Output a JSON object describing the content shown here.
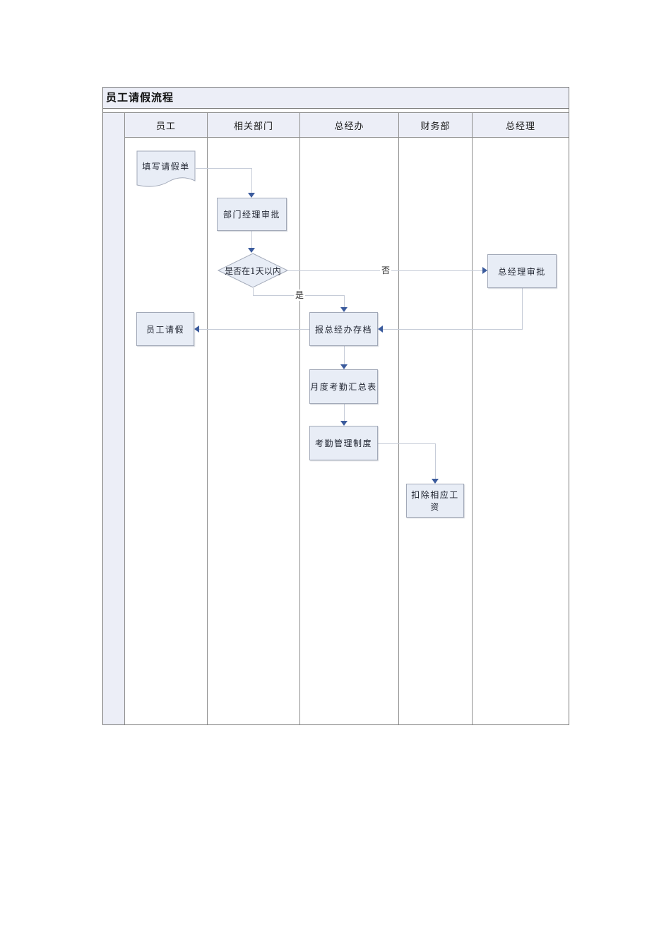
{
  "diagram": {
    "title": "员工请假流程",
    "lanes": [
      {
        "label": "员工"
      },
      {
        "label": "相关部门"
      },
      {
        "label": "总经办"
      },
      {
        "label": "财务部"
      },
      {
        "label": "总经理"
      }
    ],
    "nodes": [
      {
        "id": "fill-leave-form",
        "type": "document",
        "lane": "员工",
        "label": "填写请假单"
      },
      {
        "id": "dept-manager-approve",
        "type": "process",
        "lane": "相关部门",
        "label": "部门经理审批"
      },
      {
        "id": "within-one-day",
        "type": "decision",
        "lane": "相关部门",
        "label": "是否在1天以内"
      },
      {
        "id": "gm-approve",
        "type": "process",
        "lane": "总经理",
        "label": "总经理审批"
      },
      {
        "id": "report-gm-archive",
        "type": "process",
        "lane": "总经办",
        "label": "报总经办存档"
      },
      {
        "id": "employee-leave",
        "type": "process",
        "lane": "员工",
        "label": "员工请假"
      },
      {
        "id": "monthly-attendance",
        "type": "process",
        "lane": "总经办",
        "label": "月度考勤汇总表"
      },
      {
        "id": "attendance-policy",
        "type": "process",
        "lane": "总经办",
        "label": "考勤管理制度"
      },
      {
        "id": "deduct-salary",
        "type": "process",
        "lane": "财务部",
        "label": "扣除相应工资"
      }
    ],
    "edges": {
      "no_label": "否",
      "yes_label": "是"
    },
    "colors": {
      "band_fill": "#eceef7",
      "shape_fill": "#e8edf6",
      "shape_border": "#a2a9b8",
      "lane_line": "#8f8f8f",
      "frame_border": "#7a7a7a",
      "connector": "#c6ccd8",
      "arrow": "#3b5b9d"
    }
  }
}
